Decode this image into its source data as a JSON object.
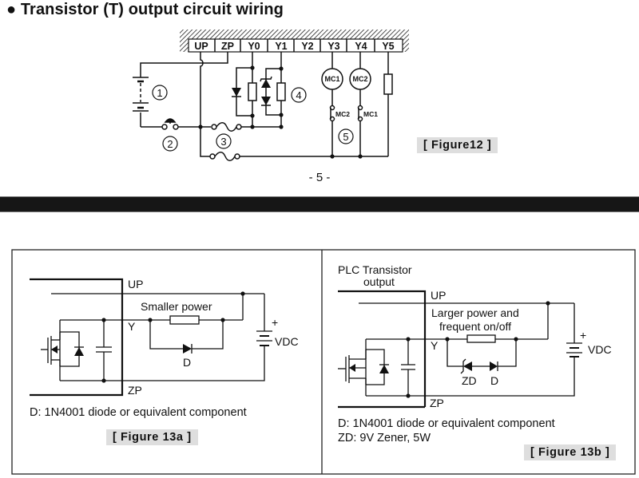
{
  "page": {
    "heading": "Transistor (T) output circuit wiring",
    "page_number": "- 5 -"
  },
  "figure12": {
    "terminals": [
      "UP",
      "ZP",
      "Y0",
      "Y1",
      "Y2",
      "Y3",
      "Y4",
      "Y5"
    ],
    "callouts": [
      "1",
      "2",
      "3",
      "4",
      "5"
    ],
    "coils": [
      "MC1",
      "MC2"
    ],
    "interlock_contacts": [
      "MC2",
      "MC1"
    ],
    "label": "[ Figure12 ]"
  },
  "figure13a": {
    "up_label": "UP",
    "y_label": "Y",
    "zp_label": "ZP",
    "load_label": "Smaller power",
    "diode_label": "D",
    "plus_label": "+",
    "vdc_label": "VDC",
    "note_d": "D: 1N4001 diode or equivalent component",
    "label": "[ Figure 13a ]"
  },
  "figure13b": {
    "title_line1": "PLC Transistor",
    "title_line2": "output",
    "up_label": "UP",
    "y_label": "Y",
    "zp_label": "ZP",
    "load_line1": "Larger power and",
    "load_line2": "frequent on/off",
    "zener_label": "ZD",
    "diode_label": "D",
    "plus_label": "+",
    "vdc_label": "VDC",
    "note_d": "D: 1N4001 diode or equivalent component",
    "note_zd": "ZD: 9V Zener, 5W",
    "label": "[ Figure 13b ]"
  }
}
